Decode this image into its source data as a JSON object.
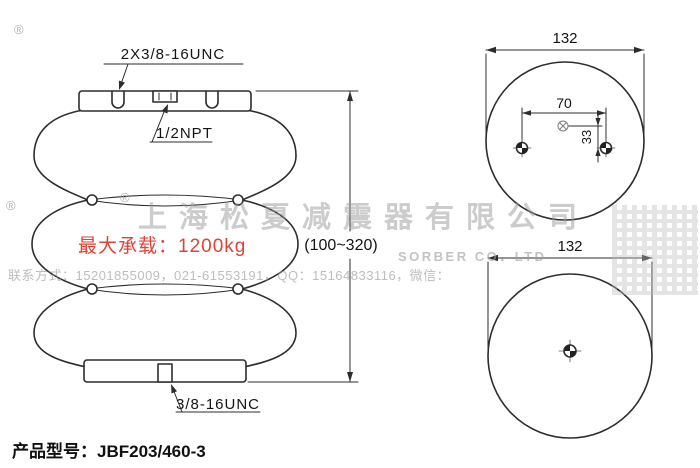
{
  "drawing": {
    "front_view": {
      "callout_top_thread": "2X3/8-16UNC",
      "callout_air_port": "1/2NPT",
      "callout_bottom_thread": "3/8-16UNC",
      "height_range": "(100~320)"
    },
    "top_view": {
      "diameter": "132",
      "bolt_spacing": "70",
      "bolt_offset": "33"
    },
    "bottom_view": {
      "diameter": "132"
    }
  },
  "watermark": {
    "company_cn": "上海松夏减震器有限公司",
    "company_en_fragment": "SORBER CO．LTD",
    "registered_mark": "®",
    "max_load": "最大承载：1200kg",
    "contact_line": "联系方式：15201855009，021-61553191，QQ：15164833116，微信："
  },
  "footer": {
    "model_label": "产品型号：JBF203/460-3"
  },
  "colors": {
    "line": "#2d2d2d",
    "dim_text": "#141414",
    "red": "#dd4438",
    "watermark_gray": "#9a9a9a"
  }
}
